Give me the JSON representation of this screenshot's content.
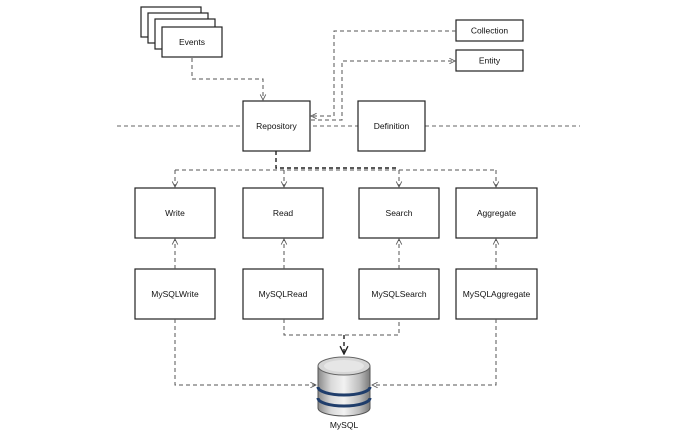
{
  "nodes": {
    "events": "Events",
    "collection": "Collection",
    "entity": "Entity",
    "repository": "Repository",
    "definition": "Definition",
    "write": "Write",
    "read": "Read",
    "search": "Search",
    "aggregate": "Aggregate",
    "mysql_write": "MySQLWrite",
    "mysql_read": "MySQLRead",
    "mysql_search": "MySQLSearch",
    "mysql_aggregate": "MySQLAggregate",
    "mysql": "MySQL"
  },
  "colors": {
    "line": "#555555",
    "box_border": "#222222",
    "db_band": "#1f3d6b"
  }
}
